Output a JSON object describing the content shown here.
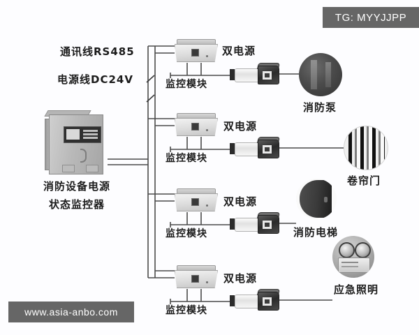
{
  "watermarks": {
    "tg_badge": "TG: MYYJJPP",
    "site": "www.asia-anbo.com"
  },
  "diagram": {
    "title_cabinet": {
      "line1": "消防设备电源",
      "line2": "状态监控器"
    },
    "bus_labels": [
      {
        "id": "rs485",
        "text": "通讯线RS485"
      },
      {
        "id": "dc24v",
        "text": "电源线DC24V"
      }
    ],
    "module_label": "监控模块",
    "dual_power_label": "双电源",
    "branches": [
      {
        "module": "监控模块",
        "dual_power": "双电源",
        "device": "消防泵",
        "device_icon": "fire-pump"
      },
      {
        "module": "监控模块",
        "dual_power": "双电源",
        "device": "卷帘门",
        "device_icon": "rolling-shutter-door"
      },
      {
        "module": "监控模块",
        "dual_power": "双电源",
        "device": "消防电梯",
        "device_icon": "fire-elevator"
      },
      {
        "module": "监控模块",
        "dual_power": "双电源",
        "device": "应急照明",
        "device_icon": "emergency-light"
      }
    ]
  },
  "colors": {
    "badge_bg": "#666666",
    "background": "#fdfdff",
    "wire": "#4a4a4a"
  }
}
